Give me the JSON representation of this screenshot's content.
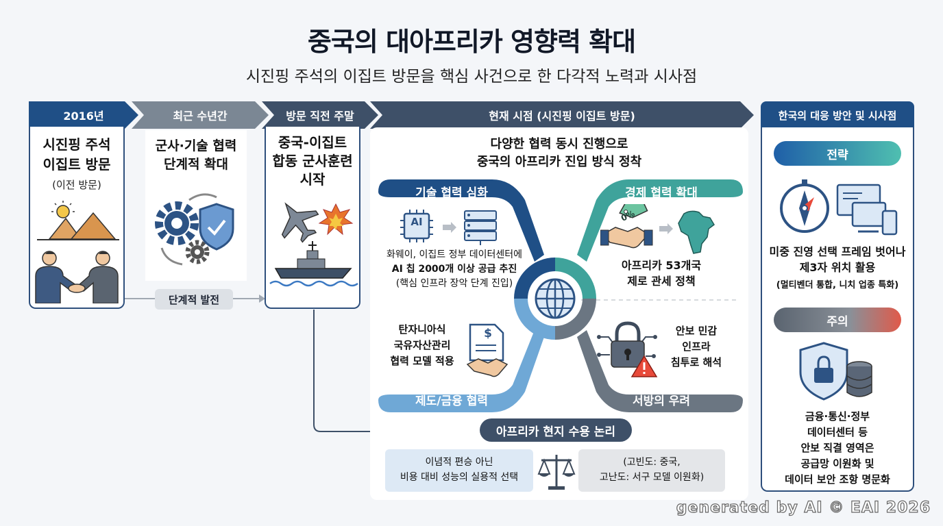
{
  "title": "중국의 대아프리카 영향력 확대",
  "subtitle": "시진핑 주석의 이집트 방문을 핵심 사건으로 한 다각적 노력과 시사점",
  "timeline": {
    "col1": {
      "header": "2016년",
      "main": "시진핑 주석\n이집트 방문",
      "note": "(이전 방문)"
    },
    "col2": {
      "header": "최근 수년간",
      "main": "군사·기술 협력\n단계적 확대",
      "progress_label": "단계적 발전"
    },
    "col3": {
      "header": "방문 직전 주말",
      "main": "중국-이집트\n합동 군사훈련\n시작"
    },
    "col4": {
      "header": "현재 시점 (시진핑 이집트 방문)",
      "headline": "다양한 협력 동시 진행으로\n중국의 아프리카 진입 방식 정착",
      "tech": {
        "label": "기술 협력 심화",
        "chip_text": "AI",
        "line1": "화웨이, 이집트 정부 데이터센터에",
        "line2": "AI 칩 2000개 이상 공급 추진",
        "line3": "(핵심 인프라 장악 단계 진입)"
      },
      "econ": {
        "label": "경제 협력 확대",
        "tag_text": "0%",
        "text": "아프리카 53개국\n제로 관세 정책"
      },
      "finance": {
        "label": "제도/금융 협력",
        "text": "탄자니아식\n국유자산관리\n협력 모델 적용",
        "doc_symbol": "$"
      },
      "west": {
        "label": "서방의 우려",
        "text": "안보 민감\n인프라\n침투로 해석"
      },
      "logic": {
        "label": "아프리카 현지 수용 논리",
        "left": "이념적 편승 아닌\n비용 대비 성능의 실용적 선택",
        "right": "(고빈도: 중국,\n고난도: 서구 모델 이원화)"
      }
    },
    "col5": {
      "header": "한국의 대응 방안 및 시사점",
      "strategy": {
        "label": "전략",
        "main": "미중 진영 선택 프레임 벗어나\n제3자 위치 활용",
        "note": "(멀티벤더 통합, 니치 업종 특화)"
      },
      "caution": {
        "label": "주의",
        "main": "금융·통신·정부\n데이터센터 등\n안보 직결 영역은\n공급망 이원화 및\n데이터 보안 조항 명문화"
      }
    }
  },
  "watermark": "generated by AI © EAI 2026",
  "colors": {
    "navy": "#1f4f86",
    "slate": "#7b8794",
    "dark_slate": "#3e5068",
    "teal": "#3fa39b",
    "light_blue": "#6fa8d6",
    "grey": "#6b7682"
  }
}
